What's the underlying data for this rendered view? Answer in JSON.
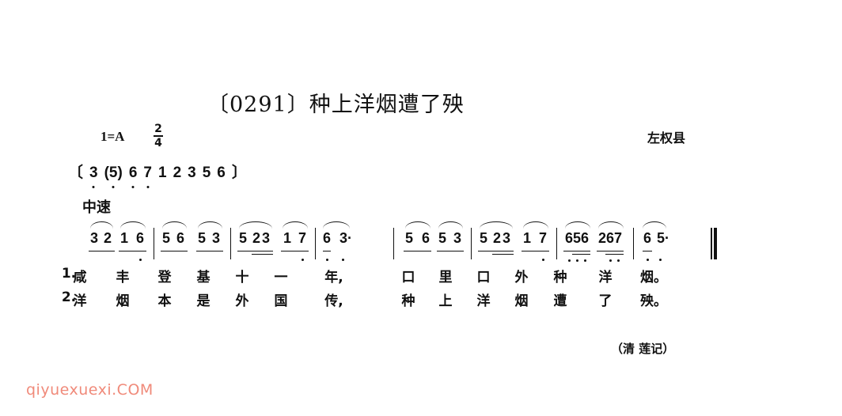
{
  "title": "〔0291〕种上洋烟遭了殃",
  "key": "1=A",
  "time_signature": {
    "top": "2",
    "bottom": "4"
  },
  "region": "左权县",
  "scale": {
    "open": "〔",
    "close": "〕",
    "notes": [
      {
        "d": "3",
        "low": true
      },
      {
        "d": "(5)",
        "low": true
      },
      {
        "d": "6",
        "low": true
      },
      {
        "d": "7",
        "low": true
      },
      {
        "d": "1"
      },
      {
        "d": "2"
      },
      {
        "d": "3"
      },
      {
        "d": "5"
      },
      {
        "d": "6"
      }
    ]
  },
  "tempo": "中速",
  "notes": [
    {
      "d": "3"
    },
    {
      "d": "2"
    },
    {
      "d": "1"
    },
    {
      "d": "6",
      "low": true
    },
    {
      "d": "5"
    },
    {
      "d": "6"
    },
    {
      "d": "5"
    },
    {
      "d": "3"
    },
    {
      "d": "5"
    },
    {
      "d": "2"
    },
    {
      "d": "3"
    },
    {
      "d": "1"
    },
    {
      "d": "7",
      "low": true
    },
    {
      "d": "6",
      "low": true
    },
    {
      "d": "3·",
      "low": true
    },
    {
      "d": "5"
    },
    {
      "d": "6"
    },
    {
      "d": "5"
    },
    {
      "d": "3"
    },
    {
      "d": "5"
    },
    {
      "d": "2"
    },
    {
      "d": "3"
    },
    {
      "d": "1"
    },
    {
      "d": "7",
      "low": true
    },
    {
      "d": "6",
      "low": true
    },
    {
      "d": "5",
      "low": true
    },
    {
      "d": "6",
      "low": true
    },
    {
      "d": "2"
    },
    {
      "d": "6",
      "low": true
    },
    {
      "d": "7",
      "low": true
    },
    {
      "d": "6",
      "low": true
    },
    {
      "d": "5·",
      "low": true
    }
  ],
  "lyrics": [
    {
      "num": "1.",
      "words": [
        "咸",
        "丰",
        "登",
        "基",
        "十",
        "一",
        "年,",
        "口",
        "里",
        "口",
        "外",
        "种",
        "洋",
        "烟。"
      ]
    },
    {
      "num": "2.",
      "words": [
        "洋",
        "烟",
        "本",
        "是",
        "外",
        "国",
        "传,",
        "种",
        "上",
        "洋",
        "烟",
        "遭",
        "了",
        "殃。"
      ]
    }
  ],
  "credit": "（清  莲记）",
  "watermark": "qiyuexuexi.COM"
}
